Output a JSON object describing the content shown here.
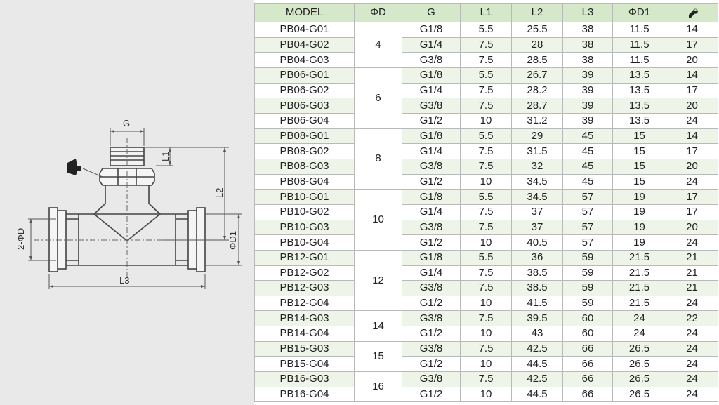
{
  "diagram": {
    "labels": {
      "g": "G",
      "l1": "L1",
      "l2": "L2",
      "l3": "L3",
      "d1": "ΦD1",
      "d": "2-ΦD"
    }
  },
  "table": {
    "headers": [
      "MODEL",
      "ΦD",
      "G",
      "L1",
      "L2",
      "L3",
      "ΦD1",
      "wrench-icon"
    ],
    "groups": [
      {
        "d": "4",
        "rows": [
          [
            "PB04-G01",
            "G1/8",
            "5.5",
            "25.5",
            "38",
            "11.5",
            "14"
          ],
          [
            "PB04-G02",
            "G1/4",
            "7.5",
            "28",
            "38",
            "11.5",
            "17"
          ],
          [
            "PB04-G03",
            "G3/8",
            "7.5",
            "28.5",
            "38",
            "11.5",
            "20"
          ]
        ]
      },
      {
        "d": "6",
        "rows": [
          [
            "PB06-G01",
            "G1/8",
            "5.5",
            "26.7",
            "39",
            "13.5",
            "14"
          ],
          [
            "PB06-G02",
            "G1/4",
            "7.5",
            "28.2",
            "39",
            "13.5",
            "17"
          ],
          [
            "PB06-G03",
            "G3/8",
            "7.5",
            "28.7",
            "39",
            "13.5",
            "20"
          ],
          [
            "PB06-G04",
            "G1/2",
            "10",
            "31.2",
            "39",
            "13.5",
            "24"
          ]
        ]
      },
      {
        "d": "8",
        "rows": [
          [
            "PB08-G01",
            "G1/8",
            "5.5",
            "29",
            "45",
            "15",
            "14"
          ],
          [
            "PB08-G02",
            "G1/4",
            "7.5",
            "31.5",
            "45",
            "15",
            "17"
          ],
          [
            "PB08-G03",
            "G3/8",
            "7.5",
            "32",
            "45",
            "15",
            "20"
          ],
          [
            "PB08-G04",
            "G1/2",
            "10",
            "34.5",
            "45",
            "15",
            "24"
          ]
        ]
      },
      {
        "d": "10",
        "rows": [
          [
            "PB10-G01",
            "G1/8",
            "5.5",
            "34.5",
            "57",
            "19",
            "17"
          ],
          [
            "PB10-G02",
            "G1/4",
            "7.5",
            "37",
            "57",
            "19",
            "17"
          ],
          [
            "PB10-G03",
            "G3/8",
            "7.5",
            "37",
            "57",
            "19",
            "20"
          ],
          [
            "PB10-G04",
            "G1/2",
            "10",
            "40.5",
            "57",
            "19",
            "24"
          ]
        ]
      },
      {
        "d": "12",
        "rows": [
          [
            "PB12-G01",
            "G1/8",
            "5.5",
            "36",
            "59",
            "21.5",
            "21"
          ],
          [
            "PB12-G02",
            "G1/4",
            "7.5",
            "38.5",
            "59",
            "21.5",
            "21"
          ],
          [
            "PB12-G03",
            "G3/8",
            "7.5",
            "38.5",
            "59",
            "21.5",
            "21"
          ],
          [
            "PB12-G04",
            "G1/2",
            "10",
            "41.5",
            "59",
            "21.5",
            "24"
          ]
        ]
      },
      {
        "d": "14",
        "rows": [
          [
            "PB14-G03",
            "G3/8",
            "7.5",
            "39.5",
            "60",
            "24",
            "22"
          ],
          [
            "PB14-G04",
            "G1/2",
            "10",
            "43",
            "60",
            "24",
            "24"
          ]
        ]
      },
      {
        "d": "15",
        "rows": [
          [
            "PB15-G03",
            "G3/8",
            "7.5",
            "42.5",
            "66",
            "26.5",
            "24"
          ],
          [
            "PB15-G04",
            "G1/2",
            "10",
            "44.5",
            "66",
            "26.5",
            "24"
          ]
        ]
      },
      {
        "d": "16",
        "rows": [
          [
            "PB16-G03",
            "G3/8",
            "7.5",
            "42.5",
            "66",
            "26.5",
            "24"
          ],
          [
            "PB16-G04",
            "G1/2",
            "10",
            "44.5",
            "66",
            "26.5",
            "24"
          ]
        ]
      }
    ]
  }
}
